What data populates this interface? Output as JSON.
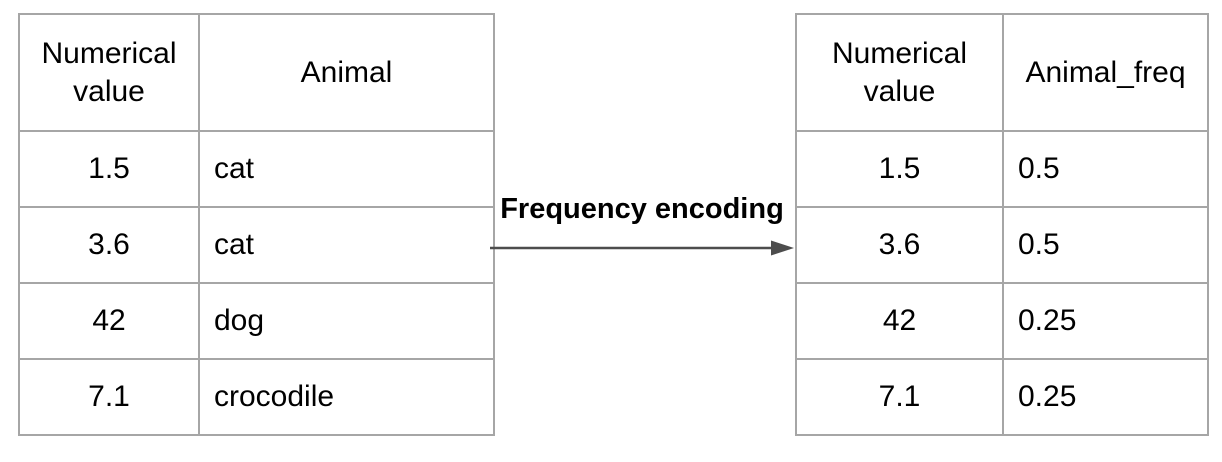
{
  "transform_label": "Frequency encoding",
  "left_table": {
    "headers": [
      "Numerical value",
      "Animal"
    ],
    "rows": [
      [
        "1.5",
        "cat"
      ],
      [
        "3.6",
        "cat"
      ],
      [
        "42",
        "dog"
      ],
      [
        "7.1",
        "crocodile"
      ]
    ]
  },
  "right_table": {
    "headers": [
      "Numerical value",
      "Animal_freq"
    ],
    "rows": [
      [
        "1.5",
        "0.5"
      ],
      [
        "3.6",
        "0.5"
      ],
      [
        "42",
        "0.25"
      ],
      [
        "7.1",
        "0.25"
      ]
    ]
  },
  "colors": {
    "table_border": "#a6a6a6",
    "arrow": "#4d4d4d",
    "text": "#000000",
    "background": "#ffffff"
  }
}
